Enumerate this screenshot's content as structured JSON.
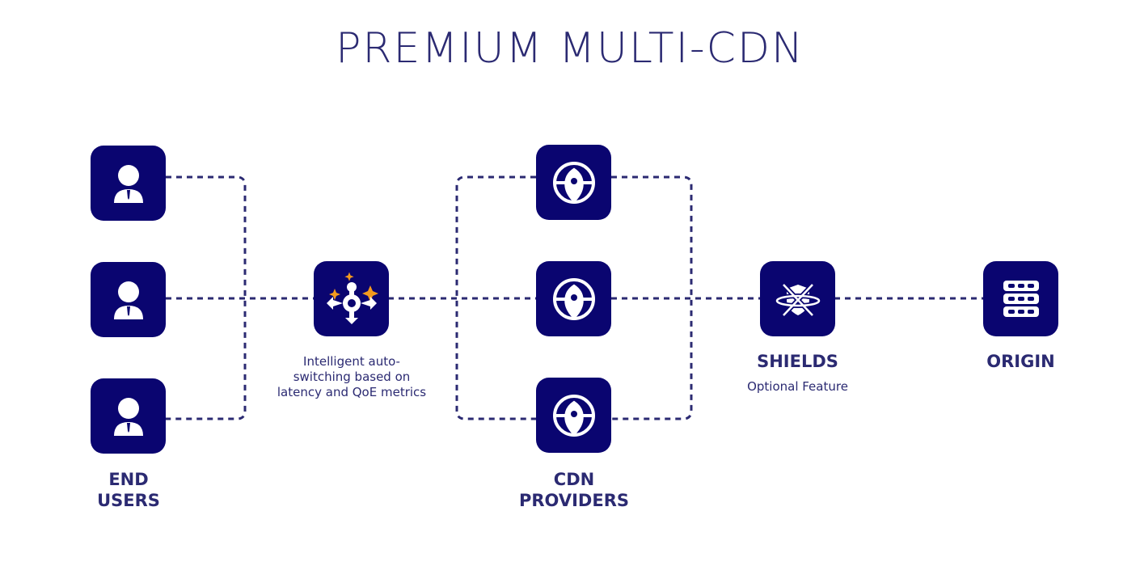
{
  "title": "PREMIUM MULTI-CDN",
  "nodes": {
    "end_users": {
      "label_line1": "END",
      "label_line2": "USERS",
      "icon": "user-icon"
    },
    "switch": {
      "caption_line1": "Intelligent auto-",
      "caption_line2": "switching based on",
      "caption_line3": "latency and QoE metrics",
      "icon": "switch-icon"
    },
    "cdn": {
      "label_line1": "CDN",
      "label_line2": "PROVIDERS",
      "icon": "globe-icon"
    },
    "shields": {
      "label": "SHIELDS",
      "caption": "Optional Feature",
      "icon": "shield-icon"
    },
    "origin": {
      "label": "ORIGIN",
      "icon": "server-icon"
    }
  },
  "colors": {
    "navy": "#0a0570",
    "text": "#2b2a72",
    "accent": "#f39a1e"
  }
}
